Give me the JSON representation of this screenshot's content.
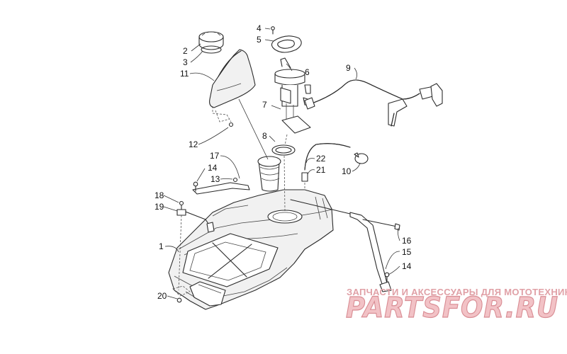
{
  "callouts": {
    "c1": "1",
    "c2": "2",
    "c3": "3",
    "c4": "4",
    "c5": "5",
    "c6": "6",
    "c7": "7",
    "c8": "8",
    "c9": "9",
    "c10": "10",
    "c11": "11",
    "c12": "12",
    "c13": "13",
    "c14a": "14",
    "c14b": "14",
    "c15": "15",
    "c16": "16",
    "c17": "17",
    "c18": "18",
    "c19": "19",
    "c20": "20",
    "c21": "21",
    "c22": "22"
  },
  "watermark": {
    "tagline": "ЗАПЧАСТИ И АКСЕССУАРЫ ДЛЯ МОТОТЕХНИКИ",
    "logo": "PARTSFOR.RU"
  }
}
